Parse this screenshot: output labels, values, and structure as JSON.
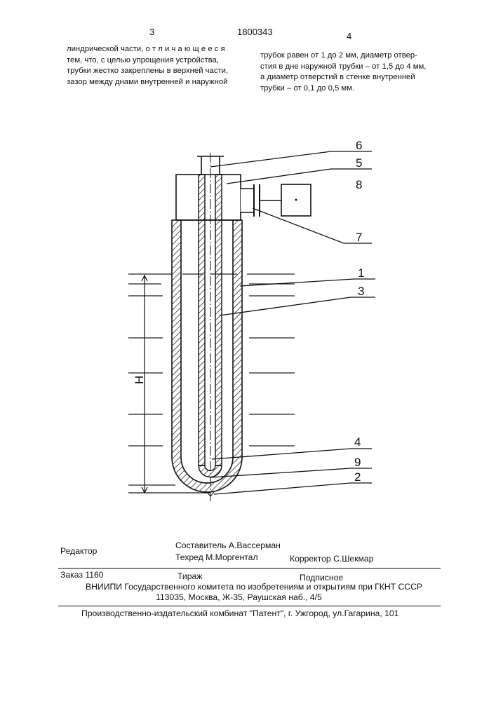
{
  "header": {
    "page_left": "3",
    "patent_number": "1800343",
    "page_right": "4"
  },
  "text": {
    "left_lines": [
      "линдрической части, о т л и ч а ю щ е е с я",
      "тем, что, с целью упрощения устройства,",
      "трубки жестко закреплены в верхней части,",
      "зазор между днами внутренней и наружной"
    ],
    "right_lines": [
      "трубок равен от 1 до 2 мм, диаметр отвер-",
      "стия в дне наружной трубки – от 1,5 до 4 мм,",
      "а диаметр отверстий в стенке внутренней",
      "трубки – от 0,1 до 0,5 мм."
    ]
  },
  "figure": {
    "labels": [
      "6",
      "5",
      "8",
      "7",
      "1",
      "3",
      "4",
      "9",
      "2"
    ],
    "dimension_label": "H"
  },
  "footer": {
    "editor": "Редактор",
    "compiler": "Составитель  А.Вассерман",
    "techred": "Техред М.Моргентал",
    "corrector": "Корректор  С.Шекмар",
    "order": "Заказ  1160",
    "tirazh": "Тираж",
    "podpisnoe": "Подписное",
    "vniipi": "ВНИИПИ Государственного комитета по изобретениям и открытиям при ГКНТ СССР",
    "address": "113035, Москва, Ж-35, Раушская наб., 4/5",
    "publisher": "Производственно-издательский комбинат \"Патент\", г. Ужгород, ул.Гагарина, 101"
  }
}
